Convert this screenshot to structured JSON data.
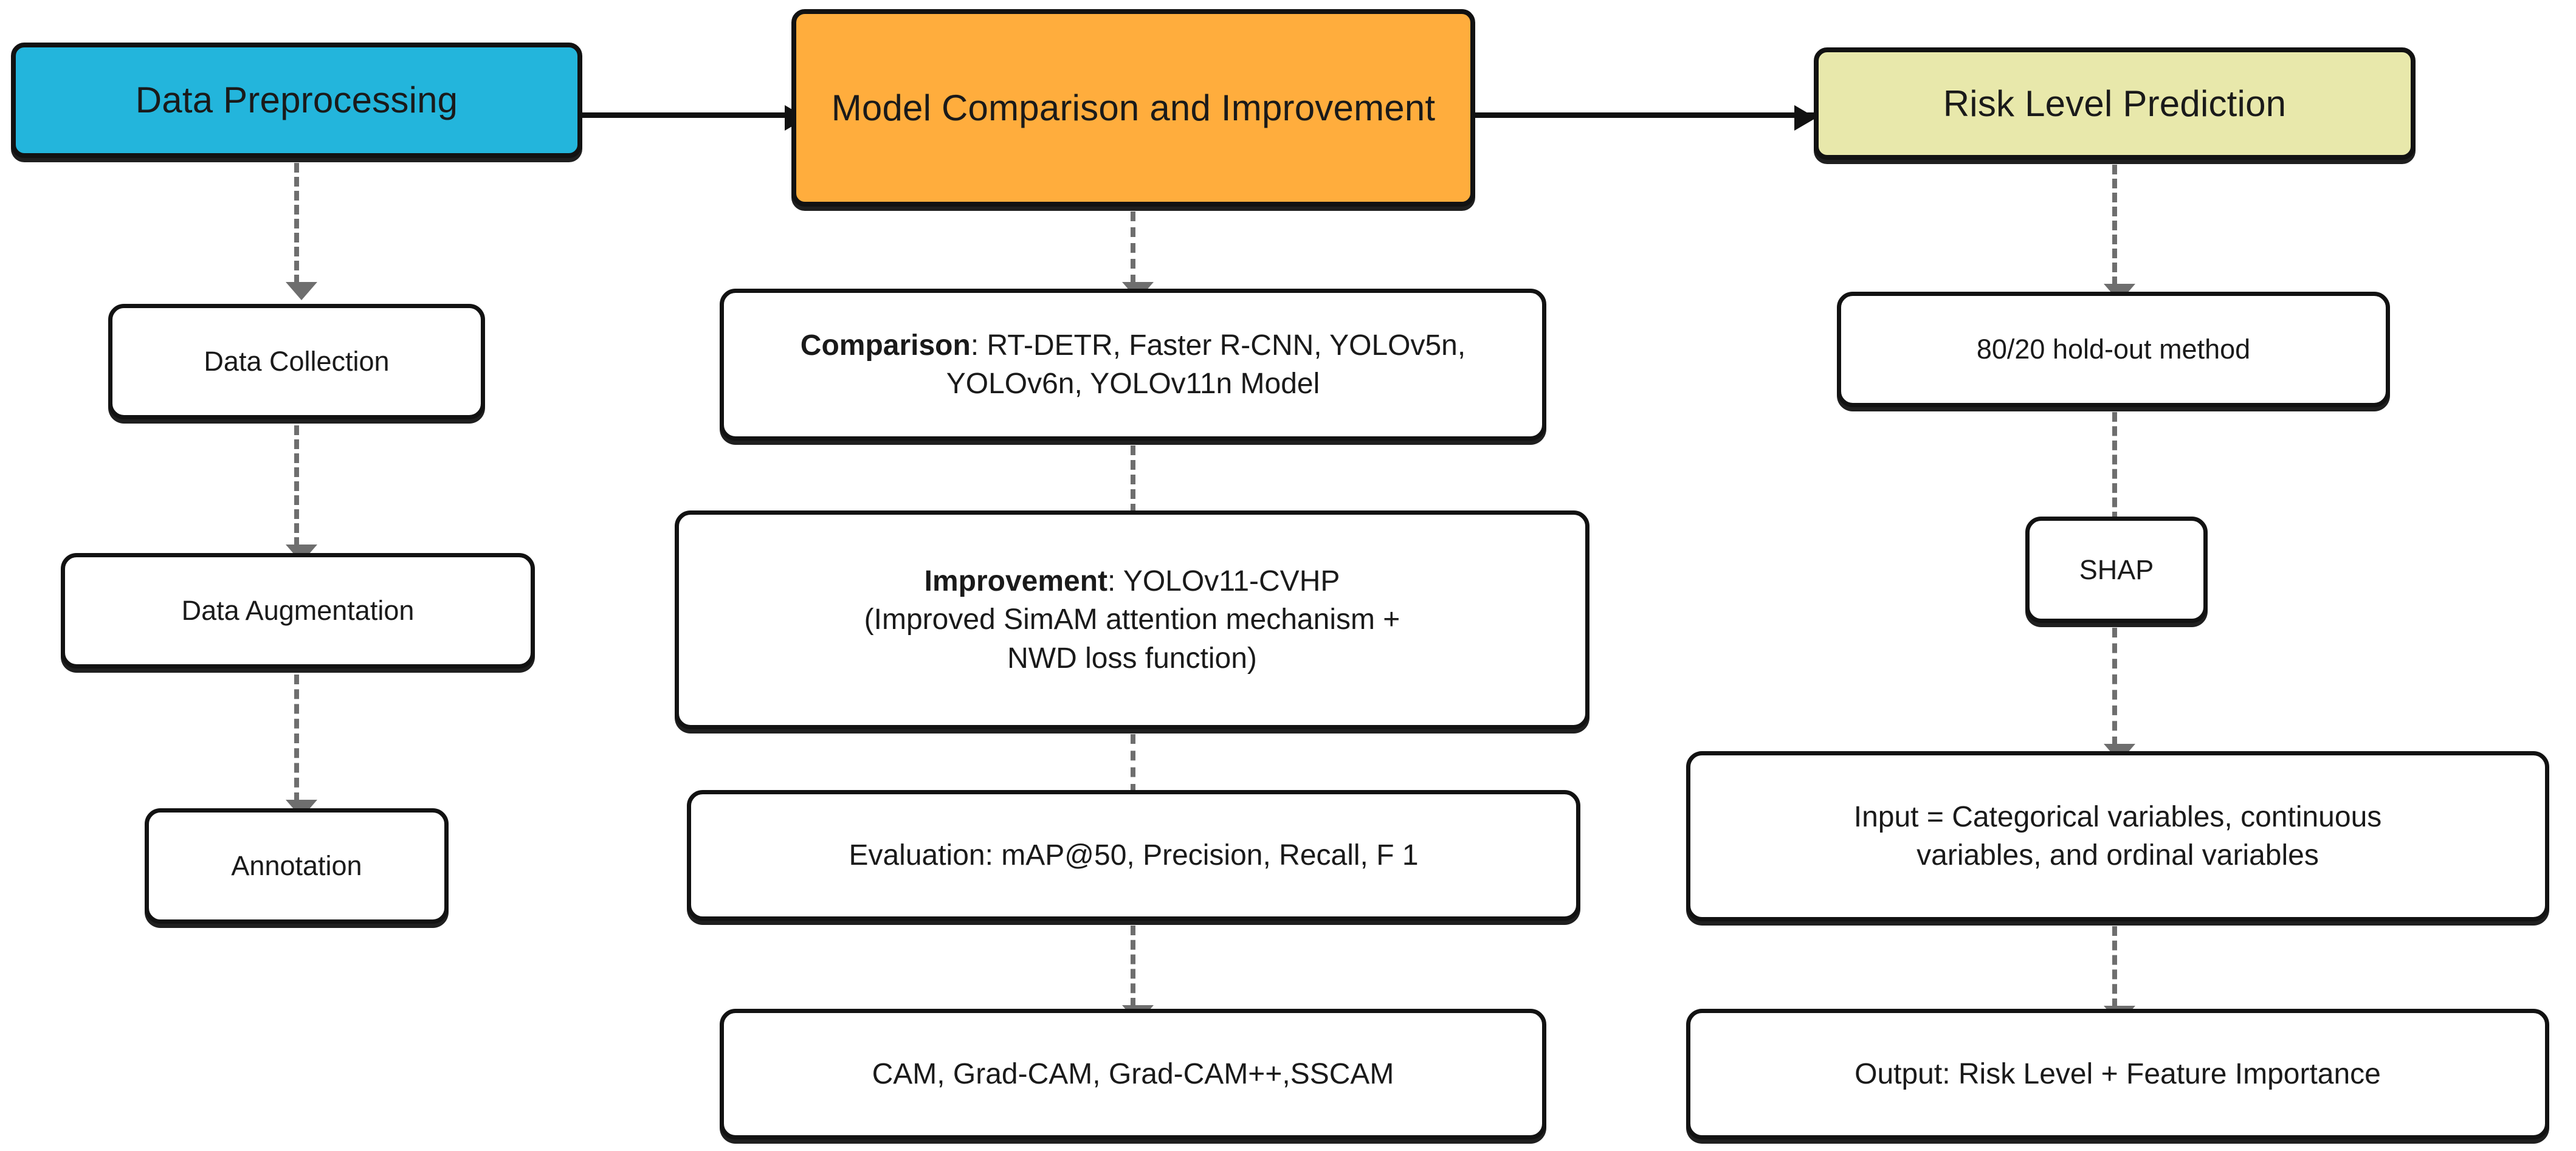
{
  "diagram": {
    "title": "Research pipeline flowchart",
    "colors": {
      "stage_data_preprocessing": "#23b5dc",
      "stage_model_comparison": "#ffad3d",
      "stage_risk_prediction": "#e8e8ab",
      "node_border": "#121212",
      "node_fill": "#ffffff",
      "solid_connector": "#111111",
      "dashed_connector": "#6e6e6e"
    }
  },
  "columns": [
    {
      "id": "data-preprocessing",
      "stage_label": "Data Preprocessing",
      "steps": [
        {
          "id": "data-collection",
          "label": "Data Collection"
        },
        {
          "id": "data-augmentation",
          "label": "Data Augmentation"
        },
        {
          "id": "annotation",
          "label": "Annotation"
        }
      ]
    },
    {
      "id": "model-comparison-and-improvement",
      "stage_label": "Model Comparison and Improvement",
      "steps": [
        {
          "id": "comparison",
          "label_bold": "Comparison",
          "label_rest": ": RT-DETR, Faster R-CNN, YOLOv5n, YOLOv6n, YOLOv11n Model"
        },
        {
          "id": "improvement",
          "label_bold": "Improvement",
          "label_rest": ": YOLOv11-CVHP\n(Improved SimAM attention mechanism +\nNWD loss function)"
        },
        {
          "id": "evaluation",
          "label": "Evaluation: mAP@50, Precision, Recall, F 1"
        },
        {
          "id": "cam-methods",
          "label": "CAM, Grad-CAM, Grad-CAM++,SSCAM"
        }
      ]
    },
    {
      "id": "risk-level-prediction",
      "stage_label": "Risk Level Prediction",
      "steps": [
        {
          "id": "holdout-method",
          "label": "80/20 hold-out method"
        },
        {
          "id": "shap",
          "label": "SHAP"
        },
        {
          "id": "model-input",
          "label": "Input = Categorical variables, continuous\nvariables, and ordinal variables"
        },
        {
          "id": "model-output",
          "label": "Output: Risk Level + Feature Importance"
        }
      ]
    }
  ]
}
